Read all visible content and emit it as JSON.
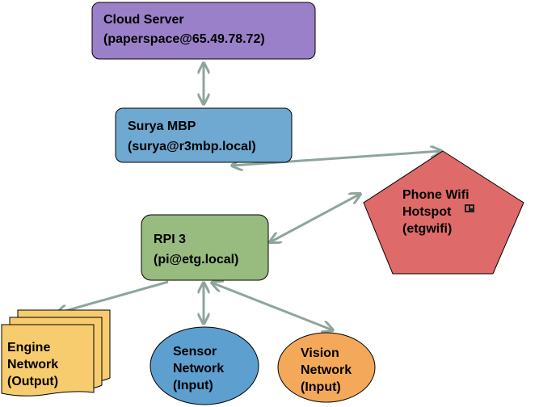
{
  "nodes": {
    "cloud_server": {
      "line1": "Cloud Server",
      "line2": "(paperspace@65.49.78.72)",
      "fill": "#9a80c8"
    },
    "surya_mbp": {
      "line1": "Surya MBP",
      "line2": "(surya@r3mbp.local)",
      "fill": "#6fa8d0"
    },
    "phone_hotspot": {
      "line1": "Phone Wifi",
      "line2": "Hotspot",
      "line3": "(etgwifi)",
      "fill": "#de6a6a",
      "icon": "wifi-box-icon"
    },
    "rpi3": {
      "line1": "RPI 3",
      "line2": "(pi@etg.local)",
      "fill": "#98bb80"
    },
    "engine_network": {
      "line1": "Engine",
      "line2": "Network",
      "line3": "(Output)",
      "fill": "#f7cc6e"
    },
    "sensor_network": {
      "line1": "Sensor",
      "line2": "Network",
      "line3": "(Input)",
      "fill": "#5d9fcf"
    },
    "vision_network": {
      "line1": "Vision",
      "line2": "Network",
      "line3": "(Input)",
      "fill": "#f4a95a"
    }
  },
  "colors": {
    "stroke": "#000000",
    "edge": "#8fa59c"
  },
  "edges": [
    {
      "from": "cloud_server",
      "to": "surya_mbp",
      "direction": "both"
    },
    {
      "from": "surya_mbp",
      "to": "phone_hotspot",
      "direction": "both"
    },
    {
      "from": "rpi3",
      "to": "phone_hotspot",
      "direction": "both"
    },
    {
      "from": "rpi3",
      "to": "engine_network",
      "direction": "to"
    },
    {
      "from": "rpi3",
      "to": "sensor_network",
      "direction": "both"
    },
    {
      "from": "rpi3",
      "to": "vision_network",
      "direction": "both"
    }
  ]
}
